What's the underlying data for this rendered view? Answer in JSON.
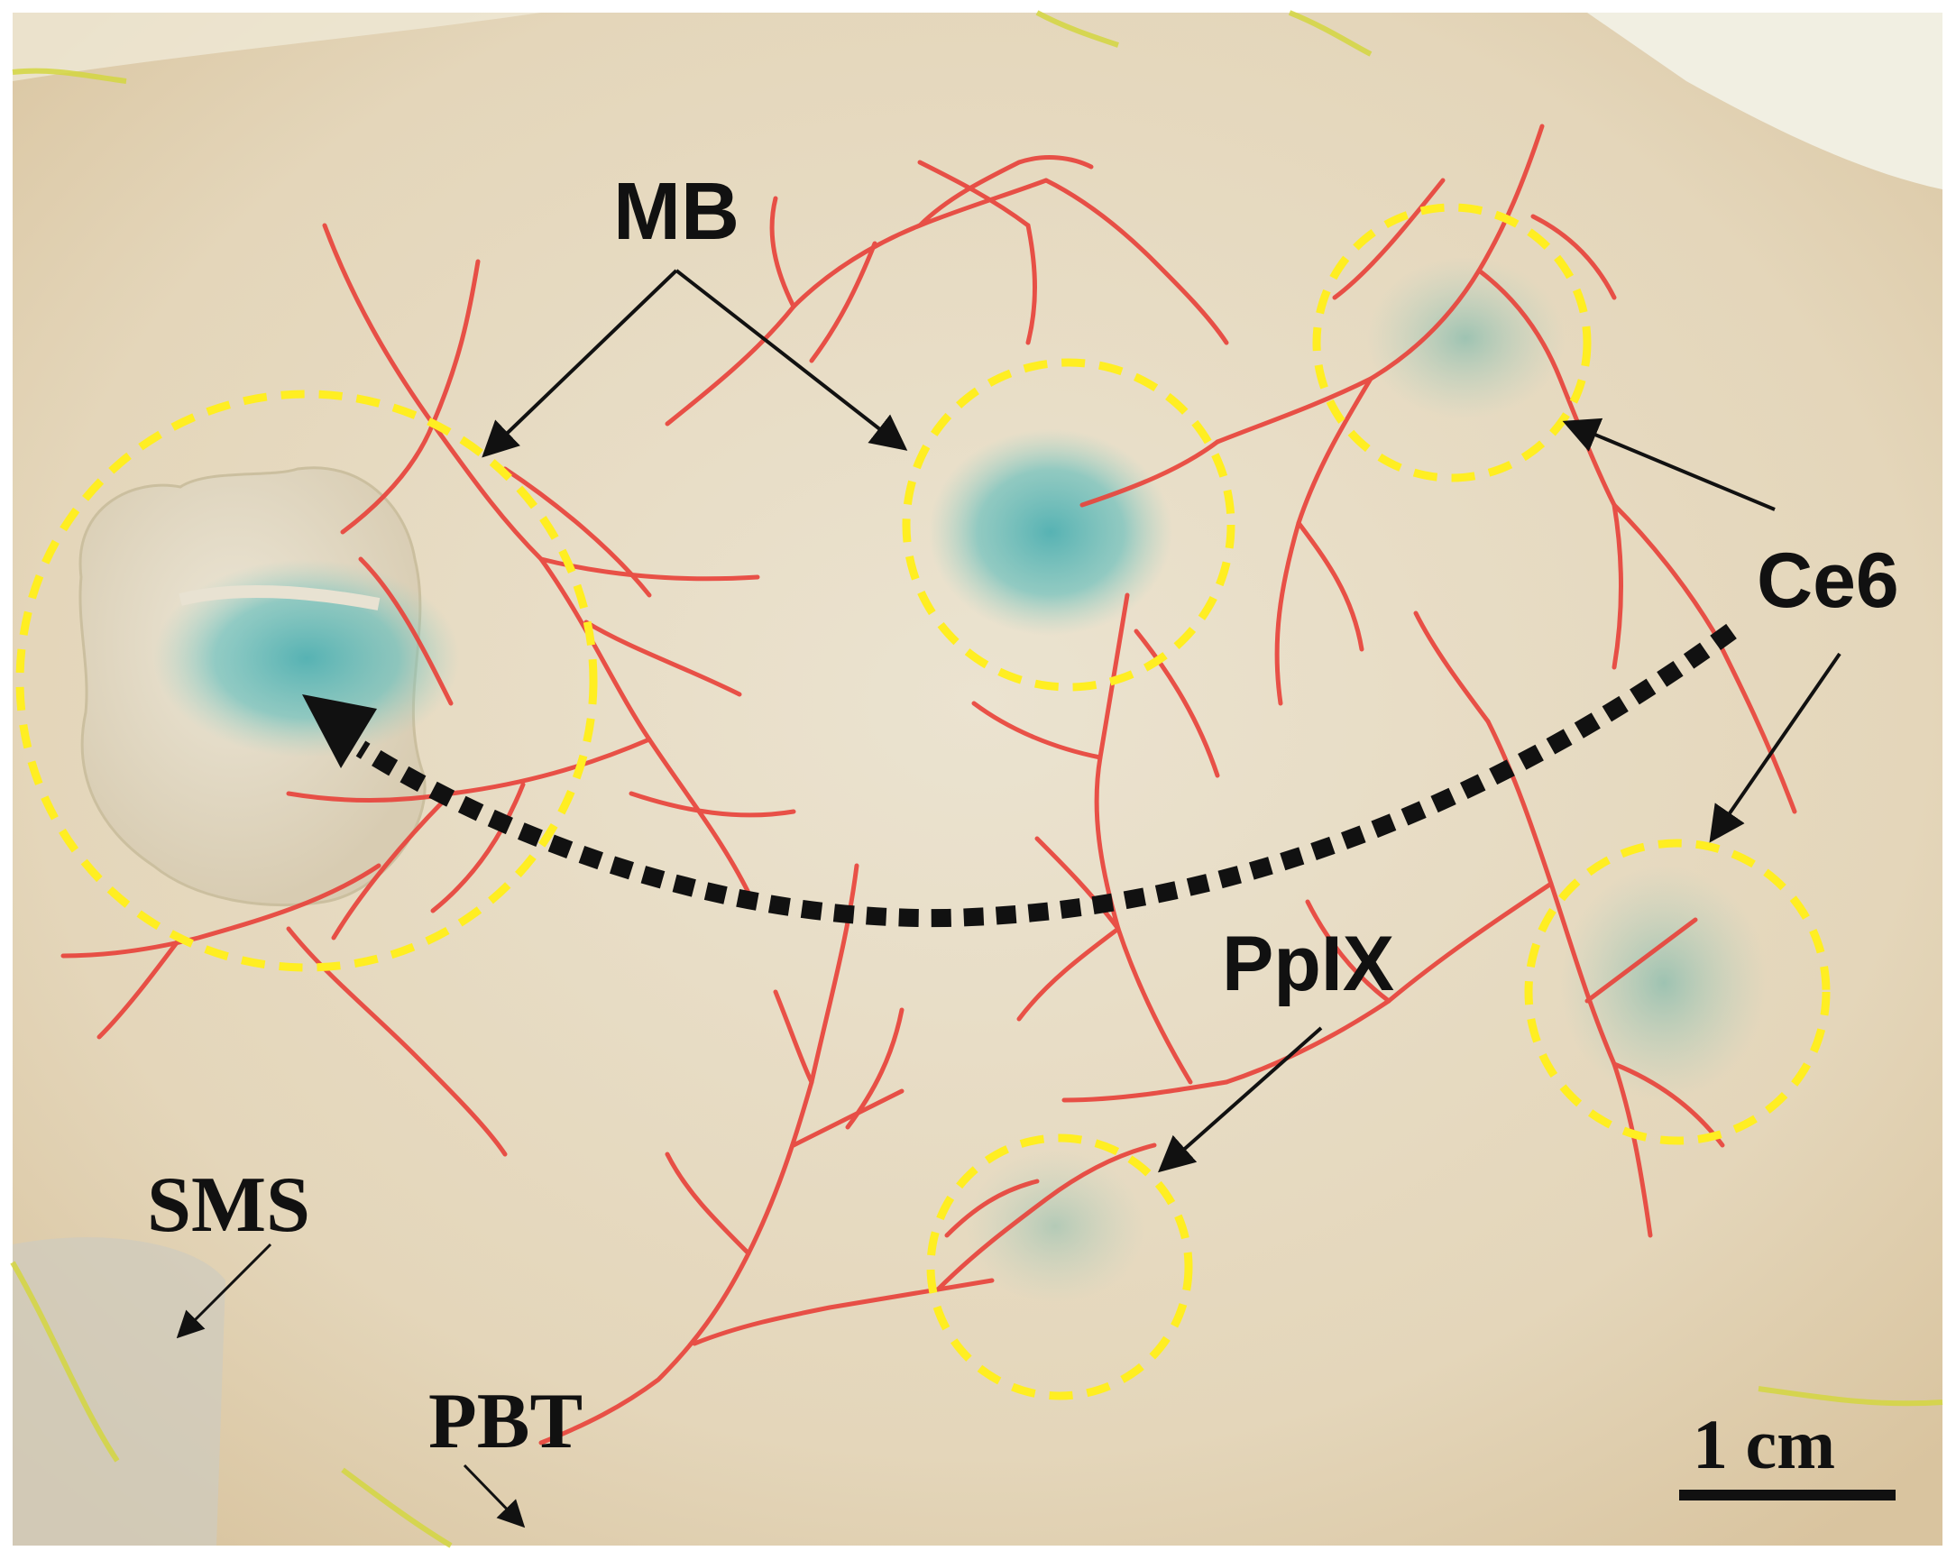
{
  "labels": {
    "mb": "MB",
    "ce6": "Ce6",
    "ppix": "PpIX",
    "sms": "SMS",
    "pbt": "PBT",
    "scale": "1 cm"
  },
  "colors": {
    "tissue": "#e6d9c0",
    "vessel": "#e8443c",
    "dye": "#5fb8b5",
    "circle": "#ffee22",
    "ink": "#111111"
  }
}
